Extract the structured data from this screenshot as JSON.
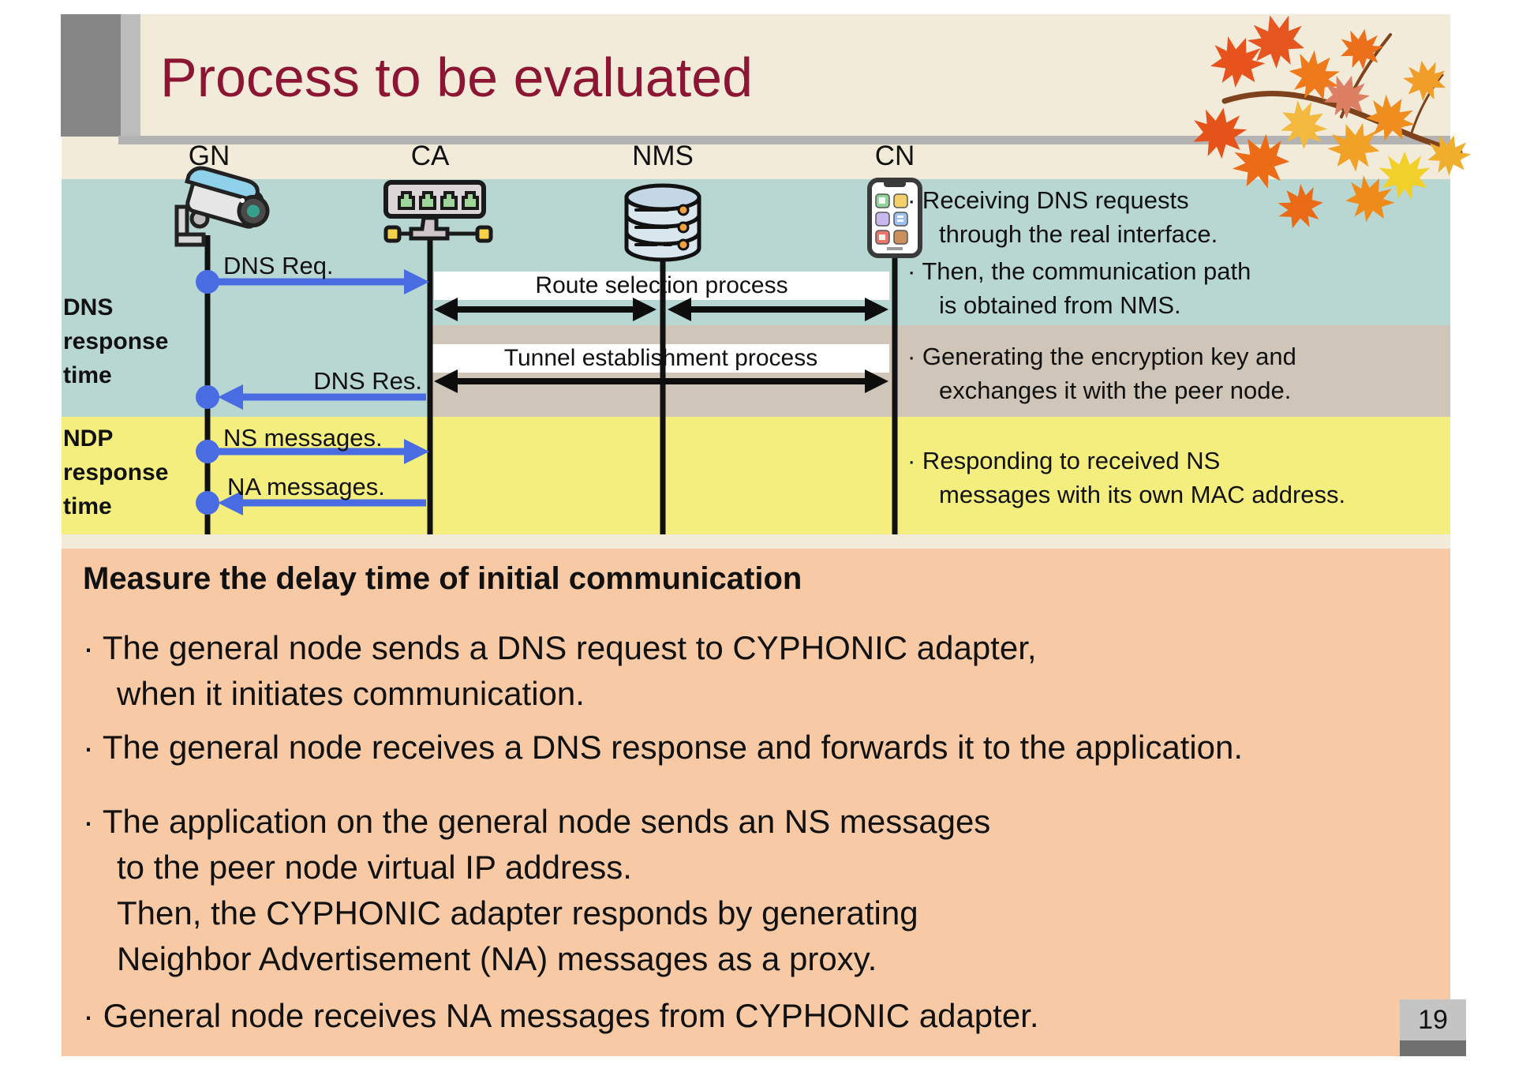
{
  "title": "Process to be evaluated",
  "page_number": "19",
  "nodes": [
    {
      "id": "GN",
      "label": "GN",
      "icon": "security-camera-icon"
    },
    {
      "id": "CA",
      "label": "CA",
      "icon": "network-switch-icon"
    },
    {
      "id": "NMS",
      "label": "NMS",
      "icon": "database-icon"
    },
    {
      "id": "CN",
      "label": "CN",
      "icon": "smartphone-icon"
    }
  ],
  "diagram": {
    "messages": [
      {
        "label": "DNS Req.",
        "from": "GN",
        "to": "CA",
        "direction": "right"
      },
      {
        "label": "DNS Res.",
        "from": "CA",
        "to": "GN",
        "direction": "left"
      },
      {
        "label": "NS messages.",
        "from": "GN",
        "to": "CA",
        "direction": "right"
      },
      {
        "label": "NA messages.",
        "from": "CA",
        "to": "GN",
        "direction": "left"
      }
    ],
    "processes": [
      {
        "label": "Route selection process",
        "between": "CA-NMS-CN"
      },
      {
        "label": "Tunnel establishment process",
        "between": "CA-CN"
      }
    ],
    "left_labels": [
      {
        "lines": [
          "DNS",
          "response",
          "time"
        ]
      },
      {
        "lines": [
          "NDP",
          "response",
          "time"
        ]
      }
    ],
    "side_notes": [
      {
        "lines": [
          "· Receiving DNS requests",
          "through the real interface."
        ]
      },
      {
        "lines": [
          "· Then, the communication path",
          "is obtained from NMS."
        ]
      },
      {
        "lines": [
          "· Generating the encryption key and",
          "exchanges it with the peer node."
        ]
      },
      {
        "lines": [
          "· Responding to received NS",
          "messages with its own MAC address."
        ]
      }
    ]
  },
  "bottom": {
    "heading": "Measure the delay time of initial communication",
    "bullets": [
      {
        "lines": [
          "· The general node sends a DNS request to CYPHONIC adapter,",
          "when it initiates communication."
        ]
      },
      {
        "lines": [
          "· The general node receives a DNS response and forwards it to the application."
        ]
      },
      {
        "lines": [
          "· The application on the general node sends an NS messages",
          "to the peer node virtual IP address.",
          "Then, the CYPHONIC adapter responds by generating",
          "Neighbor Advertisement (NA) messages as a proxy."
        ]
      },
      {
        "lines": [
          "· General node receives NA messages from CYPHONIC adapter."
        ]
      }
    ]
  },
  "colors": {
    "title": "#8c1533",
    "band_teal": "#b8d7d2",
    "band_tan": "#cfc6b9",
    "band_yellow": "#f3ee7d",
    "panel_orange": "#f7caa5",
    "background_cream": "#f2ebda",
    "arrow_blue": "#4a6ce2",
    "arrow_black": "#111111",
    "header_gray": "#868686"
  }
}
